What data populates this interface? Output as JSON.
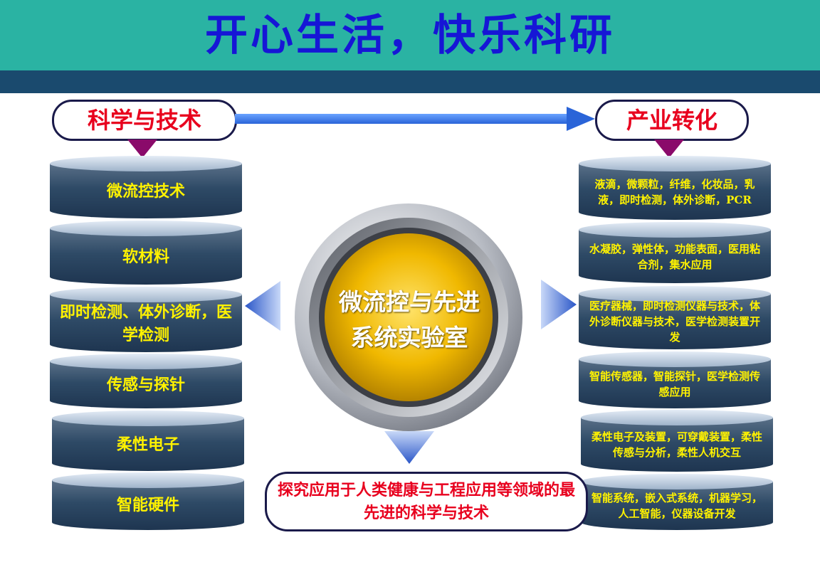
{
  "header": {
    "title": "开心生活，快乐科研"
  },
  "left_panel": {
    "title": "科学与技术",
    "layers": [
      {
        "label": "微流控技术"
      },
      {
        "label": "软材料"
      },
      {
        "label": "即时检测、体外诊断，医学检测"
      },
      {
        "label": "传感与探针"
      },
      {
        "label": "柔性电子"
      },
      {
        "label": "智能硬件"
      }
    ]
  },
  "right_panel": {
    "title": "产业转化",
    "layers": [
      {
        "label": "液滴，微颗粒，纤维，化妆品，乳液，即时检测，体外诊断，PCR"
      },
      {
        "label": "水凝胶，弹性体，功能表面，医用粘合剂，集水应用"
      },
      {
        "label": "医疗器械，即时检测仪器与技术，体外诊断仪器与技术，医学检测装置开发"
      },
      {
        "label": "智能传感器，智能探针，医学检测传感应用"
      },
      {
        "label": "柔性电子及装置，可穿戴装置，柔性传感与分析，柔性人机交互"
      },
      {
        "label": "智能系统，嵌入式系统，机器学习，人工智能，仪器设备开发"
      }
    ]
  },
  "center": {
    "label": "微流控与先进系统实验室"
  },
  "bottom": {
    "label": "探究应用于人类健康与工程应用等领域的最先进的科学与技术"
  },
  "colors": {
    "header_teal": "#2ab3a3",
    "header_navy": "#1a4a6e",
    "title_blue": "#1616d6",
    "accent_red": "#e8001e",
    "label_yellow": "#fff200",
    "arrow_blue": "#3a7ae8",
    "hub_gold": "#f0b800"
  }
}
